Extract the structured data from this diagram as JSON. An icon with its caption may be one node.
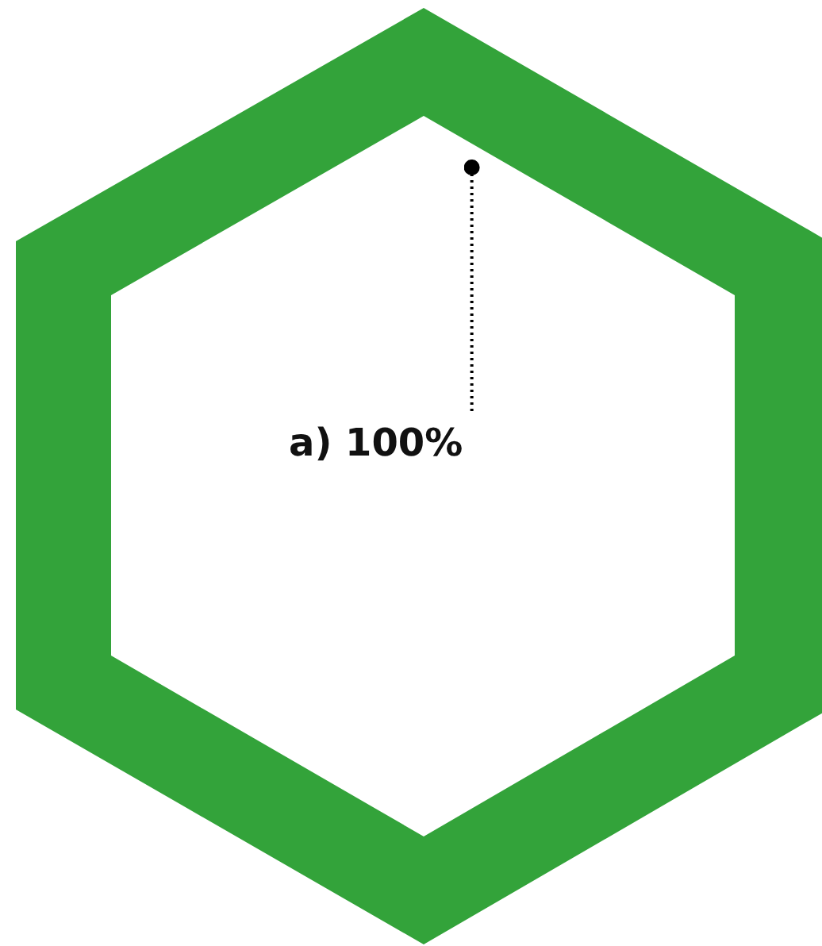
{
  "diagram": {
    "nodes": [
      {
        "text": [
          "a) 100%"
        ],
        "in": 1
      },
      {
        "text": [],
        "shape": "hexagon"
      }
    ],
    "edges": [
      {
        "from": 0,
        "to": 1,
        "arrow": "other",
        "style": "dashed"
      }
    ]
  }
}
